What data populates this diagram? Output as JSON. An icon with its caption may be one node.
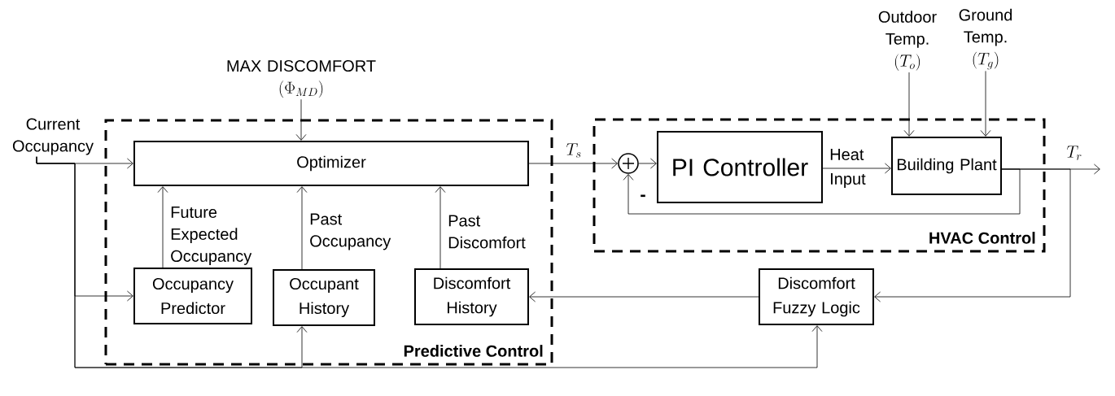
{
  "diagram": {
    "nodes": [
      {
        "text": [
          "Predictive Control"
        ]
      },
      {
        "text": [
          "Optimizer"
        ],
        "in": 0
      },
      {
        "text": [
          "Occupancy Predictor"
        ],
        "in": 0
      },
      {
        "text": [
          "Occupant History"
        ],
        "in": 0
      },
      {
        "text": [
          "Discomfort History"
        ],
        "in": 0
      },
      {
        "text": [
          "HVAC Control"
        ]
      },
      {
        "text": [],
        "shape": "circle",
        "in": 5
      },
      {
        "text": [
          "PI Controller"
        ],
        "in": 5
      },
      {
        "text": [
          "Building Plant"
        ],
        "in": 5
      },
      {
        "text": [
          "Discomfort Fuzzy Logic"
        ]
      },
      {
        "text": [
          "Current Occupancy"
        ]
      },
      {
        "text": [
          "MAX DISCOMFORT",
          "(\\Phi_{MD})"
        ]
      },
      {
        "text": [
          "Outdoor Temp.",
          "(T_o)"
        ]
      },
      {
        "text": [
          "Ground Temp.",
          "(T_g)"
        ]
      }
    ],
    "edges": [
      {
        "from": 10,
        "to": 1,
        "arrow": "to"
      },
      {
        "from": 10,
        "to": 2,
        "arrow": "to"
      },
      {
        "from": 10,
        "to": 3,
        "arrow": "to"
      },
      {
        "from": 10,
        "to": 9,
        "arrow": "to"
      },
      {
        "from": 11,
        "to": 1,
        "arrow": "to"
      },
      {
        "from": 2,
        "to": 1,
        "arrow": "to",
        "label": "Future Expected Occupancy"
      },
      {
        "from": 3,
        "to": 1,
        "arrow": "to",
        "label": "Past Occupancy"
      },
      {
        "from": 4,
        "to": 1,
        "arrow": "to",
        "label": "Past Discomfort"
      },
      {
        "from": 1,
        "to": 6,
        "arrow": "to",
        "label": "T_s"
      },
      {
        "from": 6,
        "to": 7,
        "arrow": "to"
      },
      {
        "from": 7,
        "to": 8,
        "arrow": "to",
        "label": "Heat Input"
      },
      {
        "from": 8,
        "to": null,
        "arrow": "to",
        "label": "T_r"
      },
      {
        "from": 8,
        "to": 6,
        "arrow": "to",
        "label": "-"
      },
      {
        "from": 8,
        "to": 9,
        "arrow": "to"
      },
      {
        "from": 12,
        "to": 8,
        "arrow": "to"
      },
      {
        "from": 13,
        "to": 8,
        "arrow": "to"
      },
      {
        "from": 9,
        "to": 4,
        "arrow": "to"
      }
    ]
  }
}
